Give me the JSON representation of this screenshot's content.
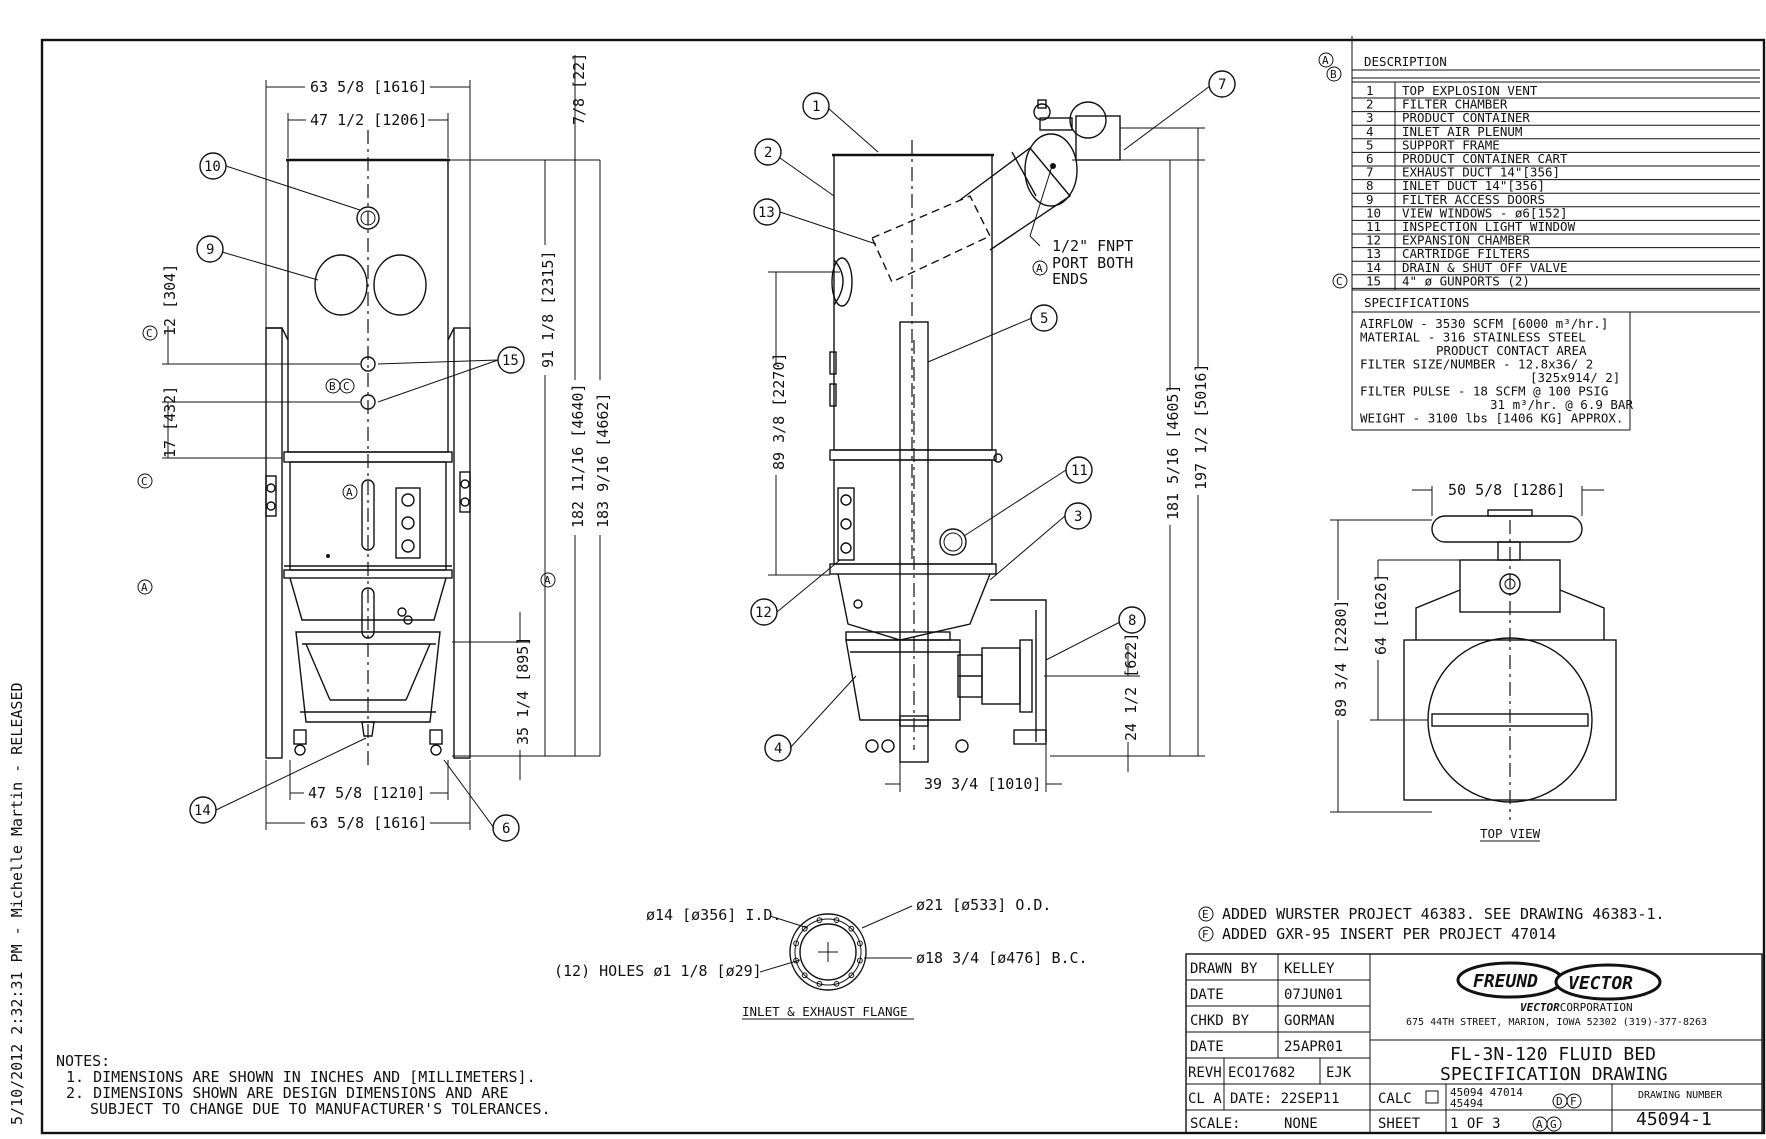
{
  "margin_note": "5/10/2012 2:32:31 PM - Michelle Martin - RELEASED",
  "description": {
    "header": "DESCRIPTION",
    "rev_marks": [
      "A",
      "B"
    ],
    "items": [
      {
        "no": "1",
        "text": "TOP EXPLOSION VENT"
      },
      {
        "no": "2",
        "text": "FILTER CHAMBER"
      },
      {
        "no": "3",
        "text": "PRODUCT CONTAINER"
      },
      {
        "no": "4",
        "text": "INLET AIR PLENUM"
      },
      {
        "no": "5",
        "text": "SUPPORT FRAME"
      },
      {
        "no": "6",
        "text": "PRODUCT CONTAINER CART"
      },
      {
        "no": "7",
        "text": "EXHAUST DUCT 14\"[356]"
      },
      {
        "no": "8",
        "text": "INLET DUCT 14\"[356]"
      },
      {
        "no": "9",
        "text": "FILTER ACCESS DOORS"
      },
      {
        "no": "10",
        "text": "VIEW WINDOWS - ø6[152]"
      },
      {
        "no": "11",
        "text": "INSPECTION LIGHT WINDOW"
      },
      {
        "no": "12",
        "text": "EXPANSION CHAMBER"
      },
      {
        "no": "13",
        "text": "CARTRIDGE FILTERS"
      },
      {
        "no": "14",
        "text": "DRAIN & SHUT OFF VALVE"
      },
      {
        "no": "15",
        "text": "4\" ø GUNPORTS (2)"
      }
    ],
    "row15_mark": "C"
  },
  "specifications": {
    "header": "SPECIFICATIONS",
    "lines": [
      "AIRFLOW - 3530 SCFM [6000 m³/hr.]",
      "MATERIAL - 316 STAINLESS STEEL",
      "PRODUCT CONTACT AREA",
      "FILTER SIZE/NUMBER - 12.8x36/ 2",
      "[325x914/ 2]",
      "FILTER PULSE - 18 SCFM @ 100 PSIG",
      "31 m³/hr. @ 6.9 BAR",
      "WEIGHT - 3100 lbs [1406 KG] APPROX."
    ]
  },
  "front_view": {
    "dims": {
      "top_overall": "63 5/8 [1616]",
      "top_inner": "47 1/2 [1206]",
      "bottom_inner": "47 5/8 [1210]",
      "bottom_overall": "63 5/8 [1616]",
      "gap_top": "7/8 [22]",
      "h_upper": "91 1/8 [2315]",
      "h_total": "182 11/16 [4640]",
      "h_total2": "183 9/16 [4662]",
      "h_lower": "35 1/4 [895]",
      "port_12": "12 [304]",
      "port_17": "17 [432]"
    },
    "rev_mark_c1": "C",
    "rev_mark_c2": "C",
    "rev_mark_a": "A",
    "rev_mark_bc": [
      "B",
      "C"
    ]
  },
  "side_view": {
    "dims": {
      "h_chamber": "89 3/8 [2270]",
      "h_duct": "181 5/16 [4605]",
      "h_overall": "197 1/2 [5016]",
      "h_inlet": "24 1/2 [622]",
      "w_base": "39 3/4 [1010]"
    },
    "port_note_1": "1/2\" FNPT",
    "port_note_2": "PORT BOTH",
    "port_note_3": "ENDS",
    "port_mark": "A"
  },
  "balloons": [
    "1",
    "2",
    "3",
    "4",
    "5",
    "6",
    "7",
    "8",
    "9",
    "10",
    "11",
    "12",
    "13",
    "14",
    "15"
  ],
  "top_view": {
    "title": "TOP VIEW",
    "width_dim": "50 5/8 [1286]",
    "h_dim": "89 3/4 [2280]",
    "h_dim2": "64 [1626]"
  },
  "flange": {
    "title": "INLET & EXHAUST FLANGE",
    "id_label": "ø14 [ø356] I.D.",
    "od_label": "ø21 [ø533] O.D.",
    "bc_label": "ø18 3/4 [ø476] B.C.",
    "holes_label": "(12) HOLES ø1 1/8 [ø29]"
  },
  "revision_notes": [
    {
      "mark": "E",
      "text": "ADDED WURSTER PROJECT 46383. SEE DRAWING 46383-1."
    },
    {
      "mark": "F",
      "text": "ADDED GXR-95 INSERT PER PROJECT 47014"
    }
  ],
  "notes": {
    "header": "NOTES:",
    "items": [
      "1. DIMENSIONS ARE SHOWN IN INCHES AND [MILLIMETERS].",
      "2. DIMENSIONS SHOWN ARE DESIGN DIMENSIONS AND ARE",
      "SUBJECT TO CHANGE DUE TO MANUFACTURER'S TOLERANCES."
    ]
  },
  "title_block": {
    "drawn_by_label": "DRAWN BY",
    "drawn_by": "KELLEY",
    "date_label_1": "DATE",
    "date_1": "07JUN01",
    "chkd_label": "CHKD BY",
    "chkd_by": "GORMAN",
    "date_label_2": "DATE",
    "date_2": "25APR01",
    "revh_label": "REVH",
    "revh_eco": "ECO17682",
    "revh_initials": "EJK",
    "cla_label": "CL A",
    "cla_date": "DATE: 22SEP11",
    "scale_label": "SCALE:",
    "scale": "NONE",
    "logo_left": "FREUND",
    "logo_right": "VECTOR",
    "company_bold": "VECTOR",
    "company_rest": "CORPORATION",
    "address": "675 44TH STREET, MARION, IOWA 52302 (319)-377-8263",
    "title_1": "FL-3N-120 FLUID BED",
    "title_2": "SPECIFICATION DRAWING",
    "calc_label": "CALC",
    "refs_1": "45094 47014",
    "refs_2": "45494",
    "refs_marks": [
      "D",
      "F"
    ],
    "sheet_label": "SHEET",
    "sheet_of": "1 OF 3",
    "sheet_marks": [
      "A",
      "G"
    ],
    "dwg_no_label": "DRAWING NUMBER",
    "dwg_no": "45094-1"
  }
}
